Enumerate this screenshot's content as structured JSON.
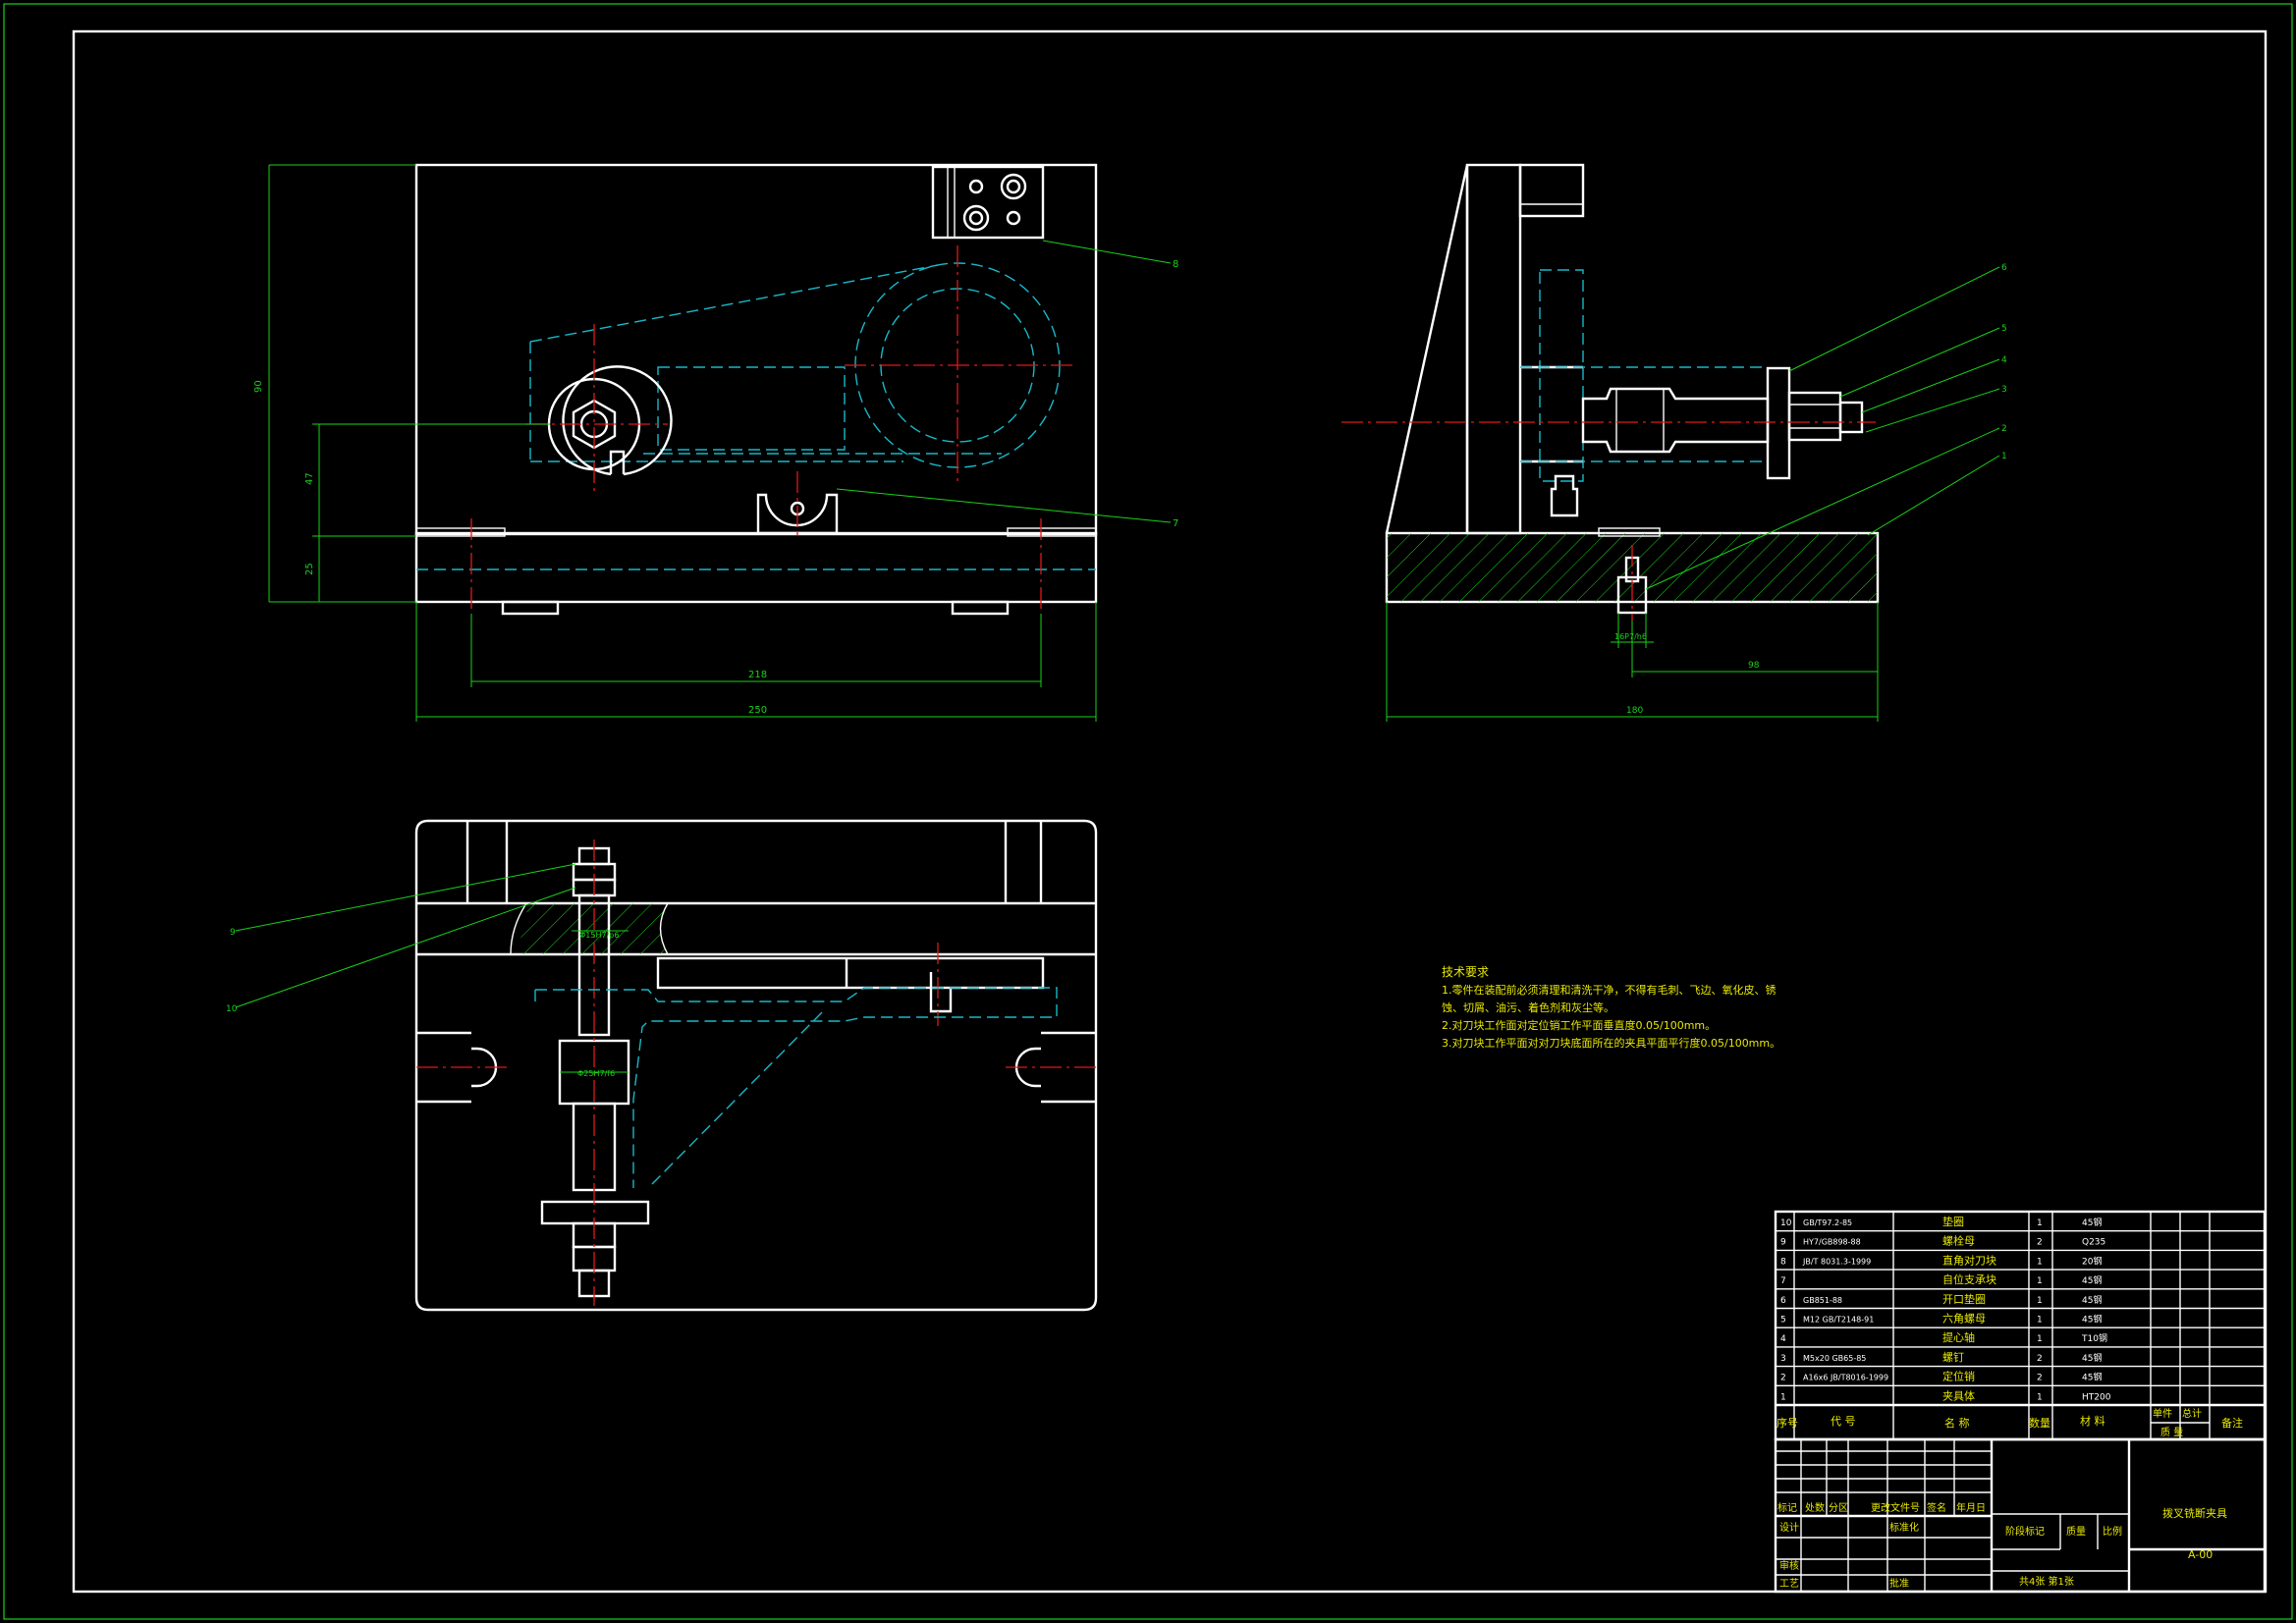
{
  "dimensions": {
    "front_height": "90",
    "front_47": "47",
    "front_25": "25",
    "front_inner_width": "218",
    "front_overall_width": "250",
    "side_bore": "16P7/h6",
    "side_offset": "98",
    "side_overall_width": "180",
    "plan_fit_1": "Φ15H7/p6",
    "plan_fit_2": "Φ25H7/f6"
  },
  "balloons": [
    "8",
    "7",
    "6",
    "5",
    "4",
    "3",
    "2",
    "1",
    "9",
    "10"
  ],
  "notes": {
    "title": "技术要求",
    "lines": [
      "1.零件在装配前必须清理和清洗干净，不得有毛刺、飞边、氧化皮、锈",
      "蚀、切屑、油污、着色剂和灰尘等。",
      "2.对刀块工作面对定位销工作平面垂直度0.05/100mm。",
      "3.对刀块工作平面对对刀块底面所在的夹具平面平行度0.05/100mm。"
    ]
  },
  "bom": {
    "rows": [
      {
        "no": "10",
        "code": "GB/T97.2-85",
        "name": "垫圈",
        "qty": "1",
        "material": "45钢"
      },
      {
        "no": "9",
        "code": "HY7/GB898-88",
        "name": "螺栓母",
        "qty": "2",
        "material": "Q235"
      },
      {
        "no": "8",
        "code": "JB/T 8031.3-1999",
        "name": "直角对刀块",
        "qty": "1",
        "material": "20钢"
      },
      {
        "no": "7",
        "code": "",
        "name": "自位支承块",
        "qty": "1",
        "material": "45钢"
      },
      {
        "no": "6",
        "code": "GB851-88",
        "name": "开口垫圈",
        "qty": "1",
        "material": "45钢"
      },
      {
        "no": "5",
        "code": "M12 GB/T2148-91",
        "name": "六角螺母",
        "qty": "1",
        "material": "45钢"
      },
      {
        "no": "4",
        "code": "",
        "name": "提心轴",
        "qty": "1",
        "material": "T10钢"
      },
      {
        "no": "3",
        "code": "M5x20 GB65-85",
        "name": "螺钉",
        "qty": "2",
        "material": "45钢"
      },
      {
        "no": "2",
        "code": "A16x6 JB/T8016-1999",
        "name": "定位销",
        "qty": "2",
        "material": "45钢"
      },
      {
        "no": "1",
        "code": "",
        "name": "夹具体",
        "qty": "1",
        "material": "HT200"
      }
    ],
    "header": {
      "no": "序号",
      "code": "代 号",
      "name": "名 称",
      "qty": "数量",
      "material": "材 料",
      "unit": "单件",
      "total": "总计",
      "weight": "质 量",
      "remark": "备注"
    }
  },
  "title_block": {
    "marks": "标记",
    "count": "处数",
    "zone": "分区",
    "change_doc": "更改文件号",
    "sign": "签名",
    "date": "年月日",
    "design": "设计",
    "standard": "标准化",
    "review": "审核",
    "process": "工艺",
    "approve": "批准",
    "stage": "阶段标记",
    "weight": "质量",
    "scale": "比例",
    "drawing_name": "拨叉铣断夹具",
    "drawing_no": "A-00",
    "sheets": "共4张 第1张"
  }
}
